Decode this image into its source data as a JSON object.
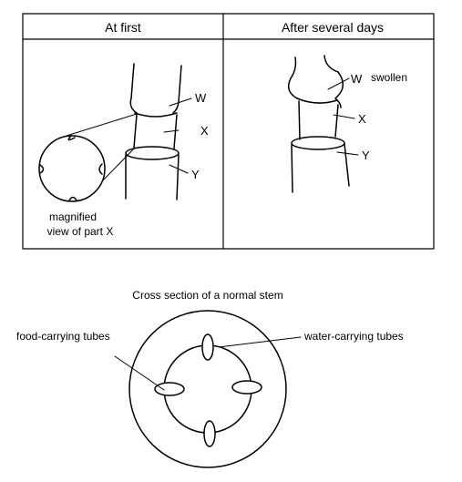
{
  "table": {
    "header_left": "At first",
    "header_right": "After several days"
  },
  "labels": {
    "w": "W",
    "x": "X",
    "y": "Y",
    "swollen": "swollen",
    "magnified_line1": "magnified",
    "magnified_line2": "view of part X"
  },
  "cross_section": {
    "title": "Cross section of a normal stem",
    "food_tubes": "food-carrying tubes",
    "water_tubes": "water-carrying tubes"
  }
}
